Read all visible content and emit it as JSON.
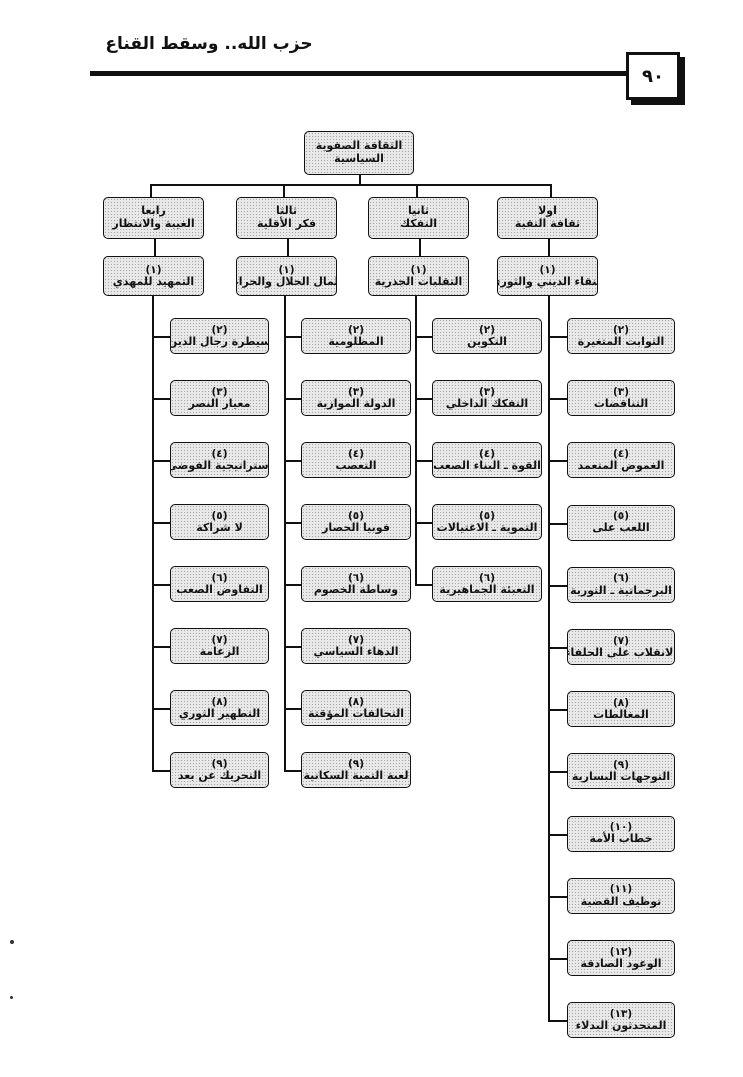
{
  "header": {
    "running_head": "حزب الله.. وسقط القناع",
    "page_number": "٩٠"
  },
  "diagram": {
    "root": {
      "line1": "الثقافة الصفوية",
      "line2": "السياسية"
    },
    "columns": [
      {
        "heading": {
          "ordinal": "اولا",
          "title": "ثقافة التقية"
        },
        "items": [
          {
            "num": "(١)",
            "label": "النقاء الديني والثوري"
          },
          {
            "num": "(٢)",
            "label": "الثوابت المتغيرة"
          },
          {
            "num": "(٣)",
            "label": "التناقضات"
          },
          {
            "num": "(٤)",
            "label": "الغموض المتعمد"
          },
          {
            "num": "(٥)",
            "label": "اللعب على"
          },
          {
            "num": "(٦)",
            "label": "البرجماتية ـ الثورية"
          },
          {
            "num": "(٧)",
            "label": "الانقلاب على الحلفاء"
          },
          {
            "num": "(٨)",
            "label": "المغالطات"
          },
          {
            "num": "(٩)",
            "label": "التوجهات البسارية"
          },
          {
            "num": "(١٠)",
            "label": "خطاب الأمة"
          },
          {
            "num": "(١١)",
            "label": "توظيف القضية"
          },
          {
            "num": "(١٢)",
            "label": "الوعود الصادقة"
          },
          {
            "num": "(١٣)",
            "label": "المتحدثون البدلاء"
          }
        ]
      },
      {
        "heading": {
          "ordinal": "ثانيا",
          "title": "التفكك"
        },
        "items": [
          {
            "num": "(١)",
            "label": "التقلبات الجذرية"
          },
          {
            "num": "(٢)",
            "label": "التكوين"
          },
          {
            "num": "(٣)",
            "label": "التفكك الداخلي"
          },
          {
            "num": "(٤)",
            "label": "القوة ـ البناء الصعب"
          },
          {
            "num": "(٥)",
            "label": "التموية ـ الاغتيالات"
          },
          {
            "num": "(٦)",
            "label": "التعبئة الجماهيرية"
          }
        ]
      },
      {
        "heading": {
          "ordinal": "ثالثا",
          "title": "فكر الأقلية"
        },
        "items": [
          {
            "num": "(١)",
            "label": "المال الحلال والحرام"
          },
          {
            "num": "(٢)",
            "label": "المظلومية"
          },
          {
            "num": "(٣)",
            "label": "الدولة الموازية"
          },
          {
            "num": "(٤)",
            "label": "التعصب"
          },
          {
            "num": "(٥)",
            "label": "فوبيا الحصار"
          },
          {
            "num": "(٦)",
            "label": "وساطة الخصوم"
          },
          {
            "num": "(٧)",
            "label": "الدهاء السياسي"
          },
          {
            "num": "(٨)",
            "label": "التحالفات المؤقتة"
          },
          {
            "num": "(٩)",
            "label": "لعبة التمية السكانية"
          }
        ]
      },
      {
        "heading": {
          "ordinal": "رابعا",
          "title": "الغيبة والانتظار"
        },
        "items": [
          {
            "num": "(١)",
            "label": "التمهيد للمهدي"
          },
          {
            "num": "(٢)",
            "label": "سيطرة رجال الدين"
          },
          {
            "num": "(٣)",
            "label": "معيار النصر"
          },
          {
            "num": "(٤)",
            "label": "إستراتيجية الفوضى"
          },
          {
            "num": "(٥)",
            "label": "لا شراكة"
          },
          {
            "num": "(٦)",
            "label": "التفاوض الصعب"
          },
          {
            "num": "(٧)",
            "label": "الزعامة"
          },
          {
            "num": "(٨)",
            "label": "التطهير الثوري"
          },
          {
            "num": "(٩)",
            "label": "التحريك عن بعد"
          }
        ]
      }
    ]
  }
}
